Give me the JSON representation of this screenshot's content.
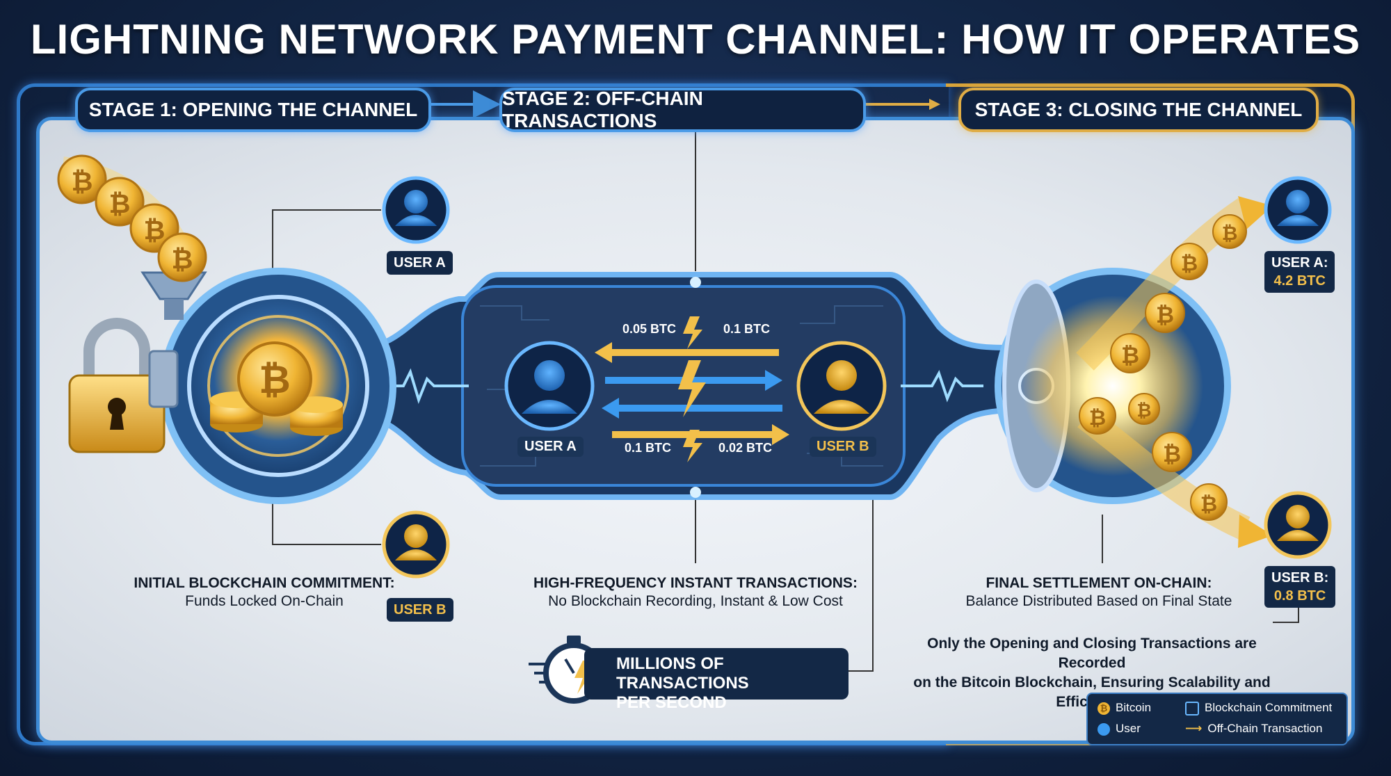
{
  "title": "LIGHTNING NETWORK PAYMENT CHANNEL: HOW IT OPERATES",
  "stages": [
    {
      "label": "STAGE 1: OPENING THE CHANNEL"
    },
    {
      "label": "STAGE 2: OFF-CHAIN TRANSACTIONS"
    },
    {
      "label": "STAGE 3: CLOSING THE CHANNEL"
    }
  ],
  "stage1": {
    "user_a": "USER A",
    "user_b": "USER B",
    "caption_title": "INITIAL BLOCKCHAIN COMMITMENT:",
    "caption_text": "Funds Locked On-Chain"
  },
  "stage2": {
    "user_a": "USER A",
    "user_b": "USER B",
    "tx_top_left": "0.05 BTC",
    "tx_top_right": "0.1 BTC",
    "tx_bottom_left": "0.1 BTC",
    "tx_bottom_right": "0.02 BTC",
    "caption_title": "HIGH-FREQUENCY INSTANT TRANSACTIONS:",
    "caption_text": "No Blockchain Recording, Instant & Low Cost",
    "speed_line1": "MILLIONS OF TRANSACTIONS",
    "speed_line2": "PER SECOND"
  },
  "stage3": {
    "user_a": "USER A:",
    "user_a_balance": "4.2 BTC",
    "user_b": "USER B:",
    "user_b_balance": "0.8 BTC",
    "caption_title": "FINAL SETTLEMENT ON-CHAIN:",
    "caption_text": "Balance Distributed Based on Final State",
    "note_line1": "Only the Opening and Closing Transactions are Recorded",
    "note_line2": "on the Bitcoin Blockchain, Ensuring Scalability and Efficiency."
  },
  "legend": {
    "bitcoin": "Bitcoin",
    "user": "User",
    "commitment": "Blockchain Commitment",
    "offchain": "Off-Chain Transaction"
  },
  "colors": {
    "blue": "#3d8bd6",
    "gold": "#e0ad45",
    "navy": "#132846"
  }
}
